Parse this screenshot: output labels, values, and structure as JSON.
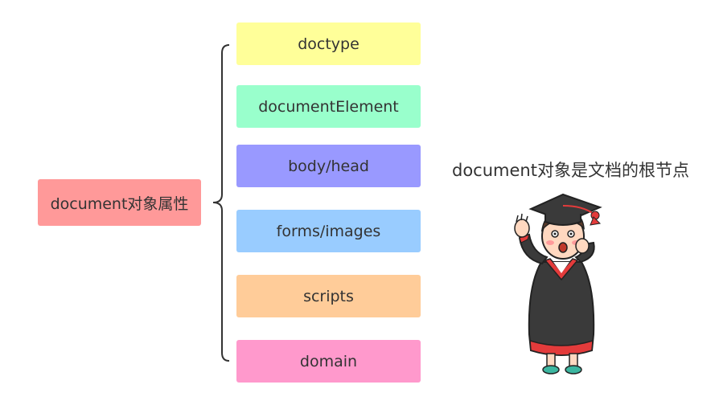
{
  "root": {
    "label": "document对象属性",
    "color": "#ff9999"
  },
  "children": [
    {
      "label": "doctype",
      "color": "#ffff99"
    },
    {
      "label": "documentElement",
      "color": "#99ffcc"
    },
    {
      "label": "body/head",
      "color": "#9999ff"
    },
    {
      "label": "forms/images",
      "color": "#99ccff"
    },
    {
      "label": "scripts",
      "color": "#ffcc99"
    },
    {
      "label": "domain",
      "color": "#ff99cc"
    }
  ],
  "caption": "document对象是文档的根节点",
  "illustration": {
    "icon": "graduate-cartoon-icon"
  }
}
